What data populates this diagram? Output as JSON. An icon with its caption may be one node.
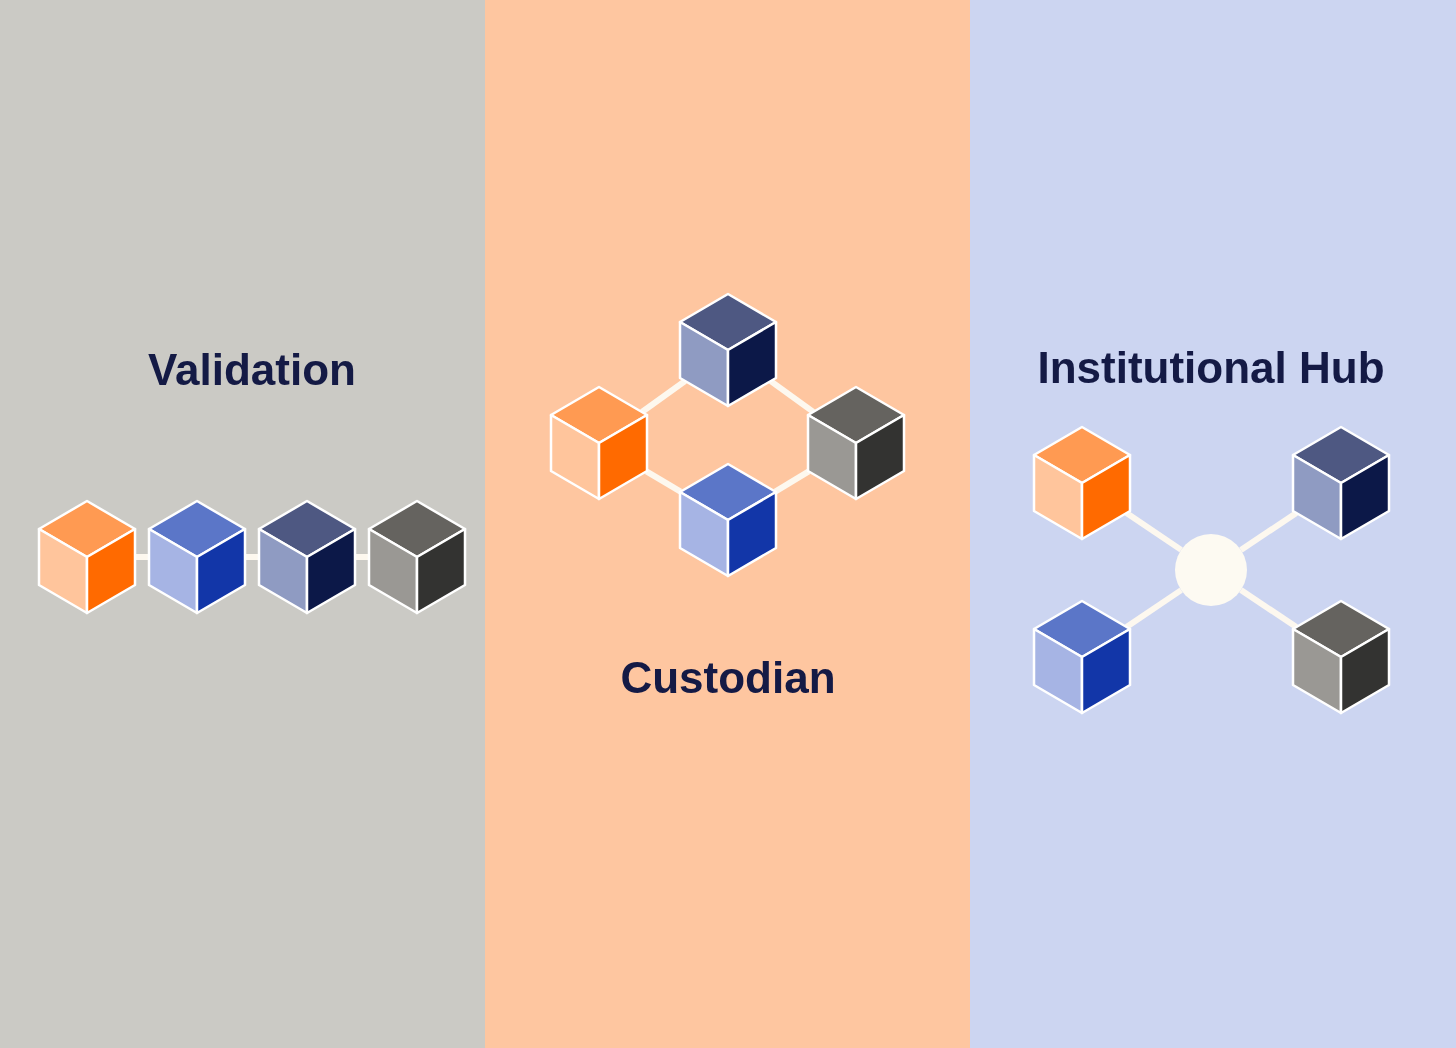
{
  "diagram": {
    "nodes": [
      {
        "text": [
          "Validation"
        ]
      },
      {
        "text": [],
        "shape": "cube",
        "in": 0
      },
      {
        "text": [],
        "shape": "cube",
        "in": 0
      },
      {
        "text": [],
        "shape": "cube",
        "in": 0
      },
      {
        "text": [],
        "shape": "cube",
        "in": 0
      },
      {
        "text": [
          "Custodian"
        ]
      },
      {
        "text": [],
        "shape": "cube",
        "in": 5
      },
      {
        "text": [],
        "shape": "cube",
        "in": 5
      },
      {
        "text": [],
        "shape": "cube",
        "in": 5
      },
      {
        "text": [],
        "shape": "cube",
        "in": 5
      },
      {
        "text": [
          "Institutional Hub"
        ]
      },
      {
        "text": [],
        "shape": "cube",
        "in": 10
      },
      {
        "text": [],
        "shape": "cube",
        "in": 10
      },
      {
        "text": [],
        "shape": "circle",
        "in": 10
      },
      {
        "text": [],
        "shape": "cube",
        "in": 10
      },
      {
        "text": [],
        "shape": "cube",
        "in": 10
      }
    ],
    "edges": [
      {
        "from": 1,
        "to": 2,
        "arrow": "none"
      },
      {
        "from": 2,
        "to": 3,
        "arrow": "none"
      },
      {
        "from": 3,
        "to": 4,
        "arrow": "none"
      },
      {
        "from": 7,
        "to": 6,
        "arrow": "none"
      },
      {
        "from": 6,
        "to": 8,
        "arrow": "none"
      },
      {
        "from": 7,
        "to": 9,
        "arrow": "none"
      },
      {
        "from": 9,
        "to": 8,
        "arrow": "none"
      },
      {
        "from": 11,
        "to": 13,
        "arrow": "none"
      },
      {
        "from": 12,
        "to": 13,
        "arrow": "none"
      },
      {
        "from": 14,
        "to": 13,
        "arrow": "none"
      },
      {
        "from": 15,
        "to": 13,
        "arrow": "none"
      }
    ]
  }
}
